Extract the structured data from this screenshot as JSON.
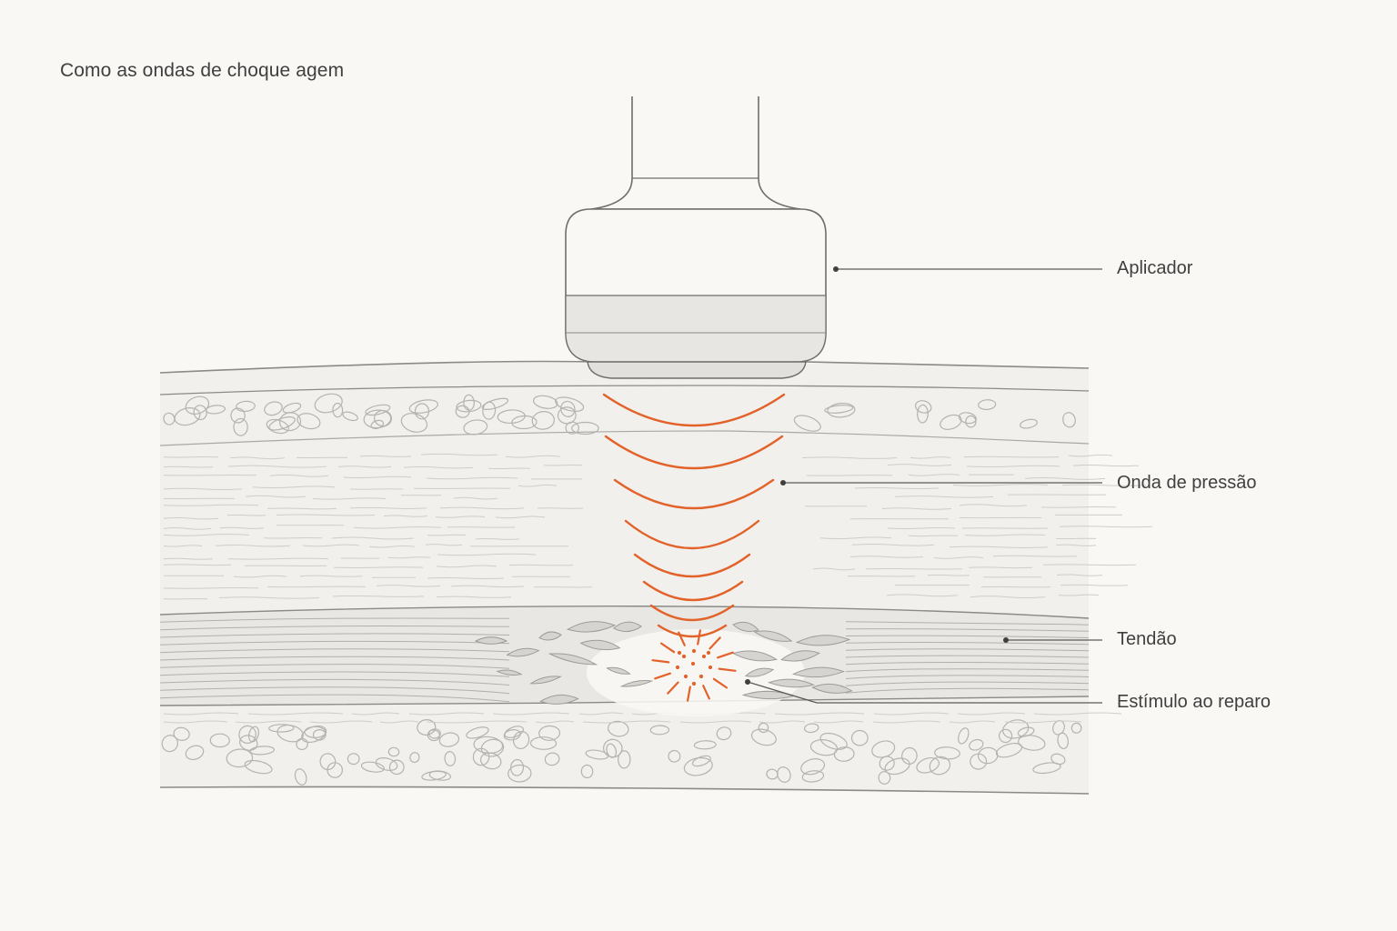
{
  "title": "Como as ondas de choque agem",
  "labels": {
    "applicator": "Aplicador",
    "pressure_wave": "Onda de pressão",
    "tendon": "Tendão",
    "repair": "Estímulo ao reparo"
  },
  "colors": {
    "background": "#faf8f4",
    "wave": "#e2622a",
    "line": "#8a8a88",
    "tissue": "#f2f0ec",
    "tendon_fill": "#e9e7e3",
    "applicator_band": "#e8e6e2"
  }
}
